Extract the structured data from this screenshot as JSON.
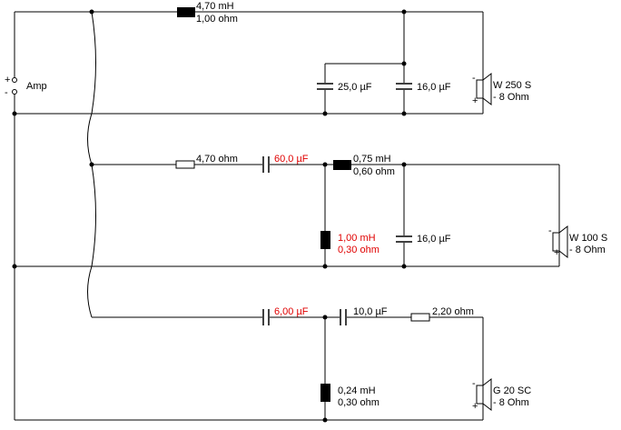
{
  "amp": {
    "label": "Amp",
    "plus": "+",
    "minus": "-"
  },
  "colors": {
    "wire": "#000000",
    "highlight": "#e00000"
  },
  "woofer": {
    "series_inductor": {
      "l": "4,70 mH",
      "r": "1,00 ohm"
    },
    "cap1": "25,0 µF",
    "cap2": "16,0 µF",
    "speaker": {
      "name": "W 250 S",
      "impedance": "- 8 Ohm",
      "plus": "+",
      "minus": "-"
    }
  },
  "mid": {
    "resistor": "4,70 ohm",
    "cap_series": "60,0 µF",
    "inductor_series": {
      "l": "0,75 mH",
      "r": "0,60 ohm"
    },
    "inductor_shunt": {
      "l": "1,00 mH",
      "r": "0,30 ohm"
    },
    "cap_shunt": "16,0 µF",
    "speaker": {
      "name": "W 100 S",
      "impedance": "- 8 Ohm",
      "plus": "+",
      "minus": "-"
    }
  },
  "tweeter": {
    "cap1": "6,00 µF",
    "cap2": "10,0 µF",
    "resistor": "2,20 ohm",
    "inductor_shunt": {
      "l": "0,24 mH",
      "r": "0,30 ohm"
    },
    "speaker": {
      "name": "G 20 SC",
      "impedance": "- 8 Ohm",
      "plus": "+",
      "minus": "-"
    }
  }
}
